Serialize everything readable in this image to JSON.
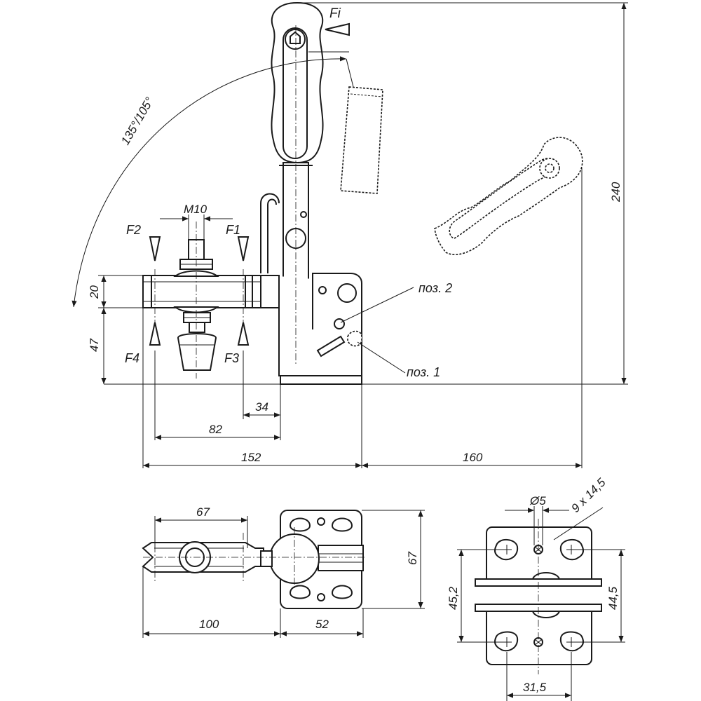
{
  "labels": {
    "fi": "Fi",
    "angle": "135°/105°",
    "m10": "M10",
    "f1": "F1",
    "f2": "F2",
    "f3": "F3",
    "f4": "F4",
    "pos2": "поз. 2",
    "pos1": "поз. 1"
  },
  "dimensions": {
    "d240": "240",
    "d20": "20",
    "d47": "47",
    "d34": "34",
    "d82": "82",
    "d152": "152",
    "d160": "160",
    "d67_top": "67",
    "d67_side": "67",
    "d100": "100",
    "d52": "52",
    "d_hole": "Ø5",
    "d_slot": "9 x 14,5",
    "d45_2": "45,2",
    "d44_5": "44,5",
    "d31_5": "31,5"
  },
  "colors": {
    "line": "#1a1a1a",
    "background": "#ffffff"
  }
}
